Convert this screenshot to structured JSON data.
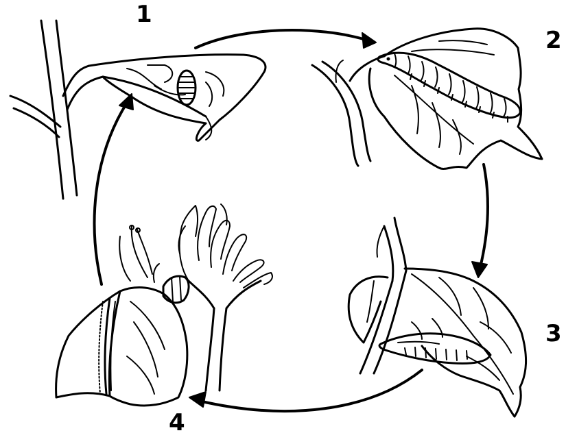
{
  "stages": [
    {
      "number": "1",
      "icon": "egg-on-leaf-icon"
    },
    {
      "number": "2",
      "icon": "caterpillar-on-leaf-icon"
    },
    {
      "number": "3",
      "icon": "chrysalis-under-leaf-icon"
    },
    {
      "number": "4",
      "icon": "butterfly-on-flower-icon"
    }
  ],
  "colors": {
    "ink": "#000000",
    "background": "#ffffff"
  }
}
